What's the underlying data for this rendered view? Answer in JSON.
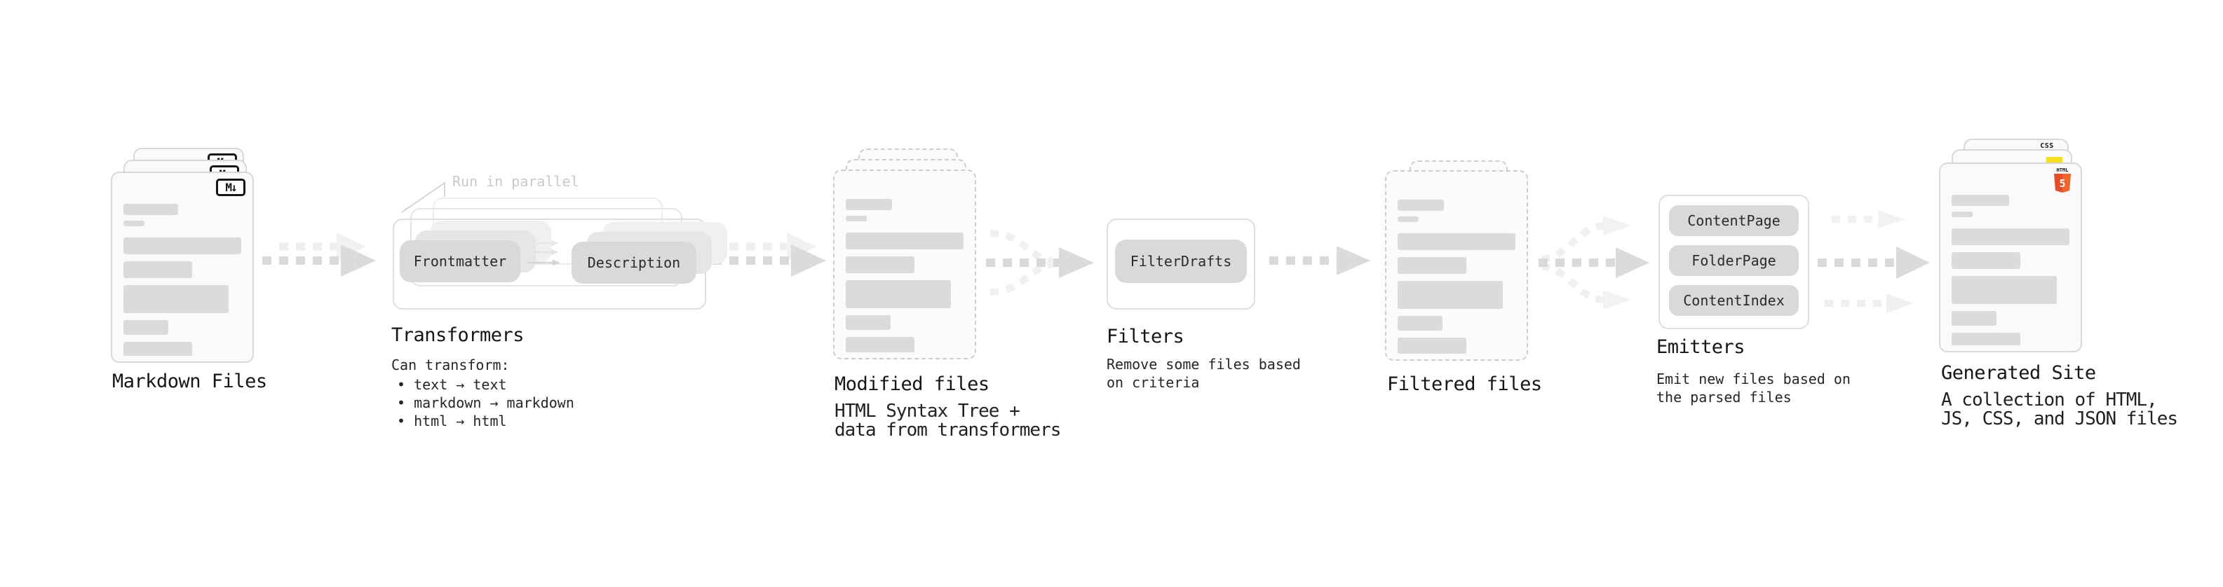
{
  "stages": {
    "markdown_files": {
      "title": "Markdown Files",
      "badge": "M↓"
    },
    "transformers": {
      "title": "Transformers",
      "annotation": "Run in parallel",
      "pills": {
        "left": "Frontmatter",
        "right": "Description"
      },
      "description_heading": "Can transform:",
      "bullets": [
        "• text → text",
        "• markdown → markdown",
        "• html → html"
      ]
    },
    "modified_files": {
      "title": "Modified files",
      "description": [
        "HTML Syntax Tree +",
        "data from transformers"
      ]
    },
    "filters": {
      "title": "Filters",
      "pills": [
        "FilterDrafts"
      ],
      "description": [
        "Remove some files based",
        "on criteria"
      ]
    },
    "filtered_files": {
      "title": "Filtered files"
    },
    "emitters": {
      "title": "Emitters",
      "pills": [
        "ContentPage",
        "FolderPage",
        "ContentIndex"
      ],
      "description": [
        "Emit new files based on",
        "the parsed files"
      ]
    },
    "generated_site": {
      "title": "Generated Site",
      "description": [
        "A collection of HTML,",
        "JS, CSS, and JSON files"
      ],
      "badges": {
        "css": "CSS",
        "html_label": "HTML",
        "html_number": "5"
      }
    }
  },
  "colors": {
    "html5_orange": "#e44d26",
    "html5_orange_light": "#f16529",
    "js_yellow": "#f7df1e",
    "css_blue": "#2e6de8",
    "pill_gray": "#d9d9d9",
    "arrow_gray": "#d9d9d9",
    "placeholder_gray": "#dbdbdb",
    "annotation_gray": "#c9c9c9"
  }
}
